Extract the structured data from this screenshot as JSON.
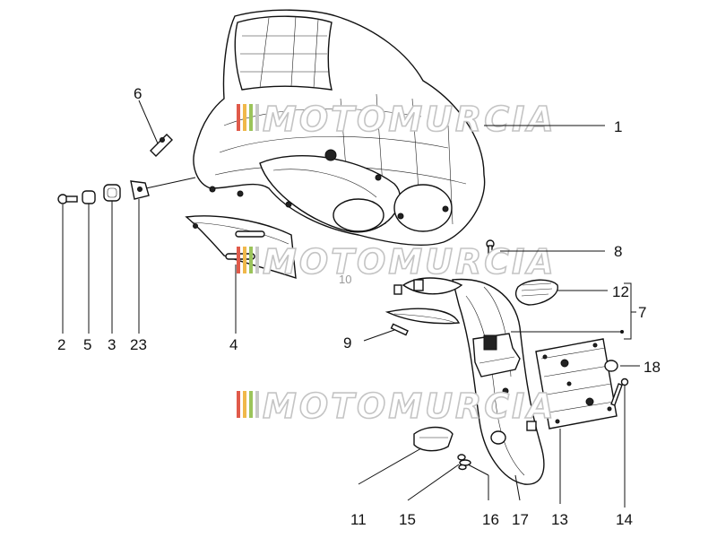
{
  "watermark": {
    "text": "MOTOMURCIA",
    "stripe_colors": [
      "#e05a4a",
      "#f0b84a",
      "#9bc45a",
      "#c8c8c8"
    ]
  },
  "callouts": {
    "c1": "1",
    "c2": "2",
    "c3": "3",
    "c4": "4",
    "c5": "5",
    "c6": "6",
    "c7": "7",
    "c8": "8",
    "c9": "9",
    "c10": "10",
    "c11": "11",
    "c12": "12",
    "c13": "13",
    "c14": "14",
    "c15": "15",
    "c16": "16",
    "c17": "17",
    "c18": "18",
    "c23": "23"
  }
}
